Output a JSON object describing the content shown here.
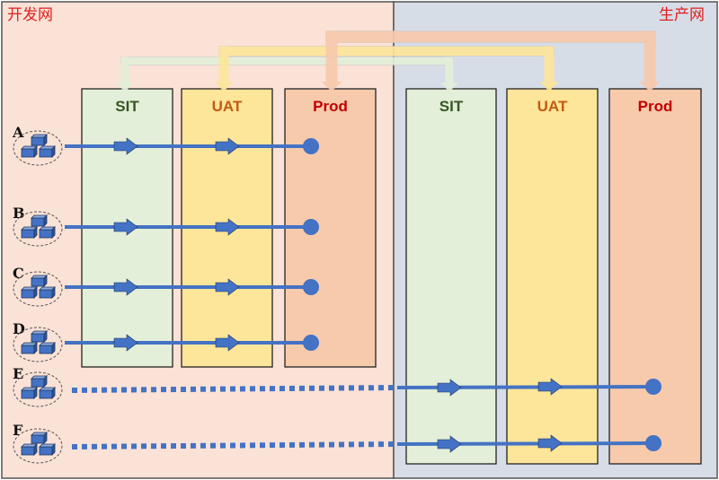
{
  "zones": {
    "dev": {
      "label": "开发网",
      "fill": "#fbe2d6",
      "stroke": "#555555"
    },
    "prod": {
      "label": "生产网",
      "fill": "#d7dde7",
      "stroke": "#555555"
    }
  },
  "columns": [
    {
      "id": "dev-sit",
      "zone": "dev",
      "label": "SIT",
      "fill": "#e3efd9",
      "text_color": "#375623"
    },
    {
      "id": "dev-uat",
      "zone": "dev",
      "label": "UAT",
      "fill": "#fde69a",
      "text_color": "#c55a11"
    },
    {
      "id": "dev-prod",
      "zone": "dev",
      "label": "Prod",
      "fill": "#f7caac",
      "text_color": "#c00000"
    },
    {
      "id": "prod-sit",
      "zone": "prod",
      "label": "SIT",
      "fill": "#e3efd9",
      "text_color": "#375623"
    },
    {
      "id": "prod-uat",
      "zone": "prod",
      "label": "UAT",
      "fill": "#fde69a",
      "text_color": "#c55a11"
    },
    {
      "id": "prod-prod",
      "zone": "prod",
      "label": "Prod",
      "fill": "#f7caac",
      "text_color": "#c00000"
    }
  ],
  "rows": [
    {
      "label": "A",
      "target_zone": "dev"
    },
    {
      "label": "B",
      "target_zone": "dev"
    },
    {
      "label": "C",
      "target_zone": "dev"
    },
    {
      "label": "D",
      "target_zone": "dev"
    },
    {
      "label": "E",
      "target_zone": "prod"
    },
    {
      "label": "F",
      "target_zone": "prod"
    }
  ],
  "colors": {
    "flow": "#4472c4",
    "bracket_sit": "#e3efd9",
    "bracket_uat": "#fde69a",
    "bracket_prod": "#f7caac",
    "server": "#4472c4"
  }
}
